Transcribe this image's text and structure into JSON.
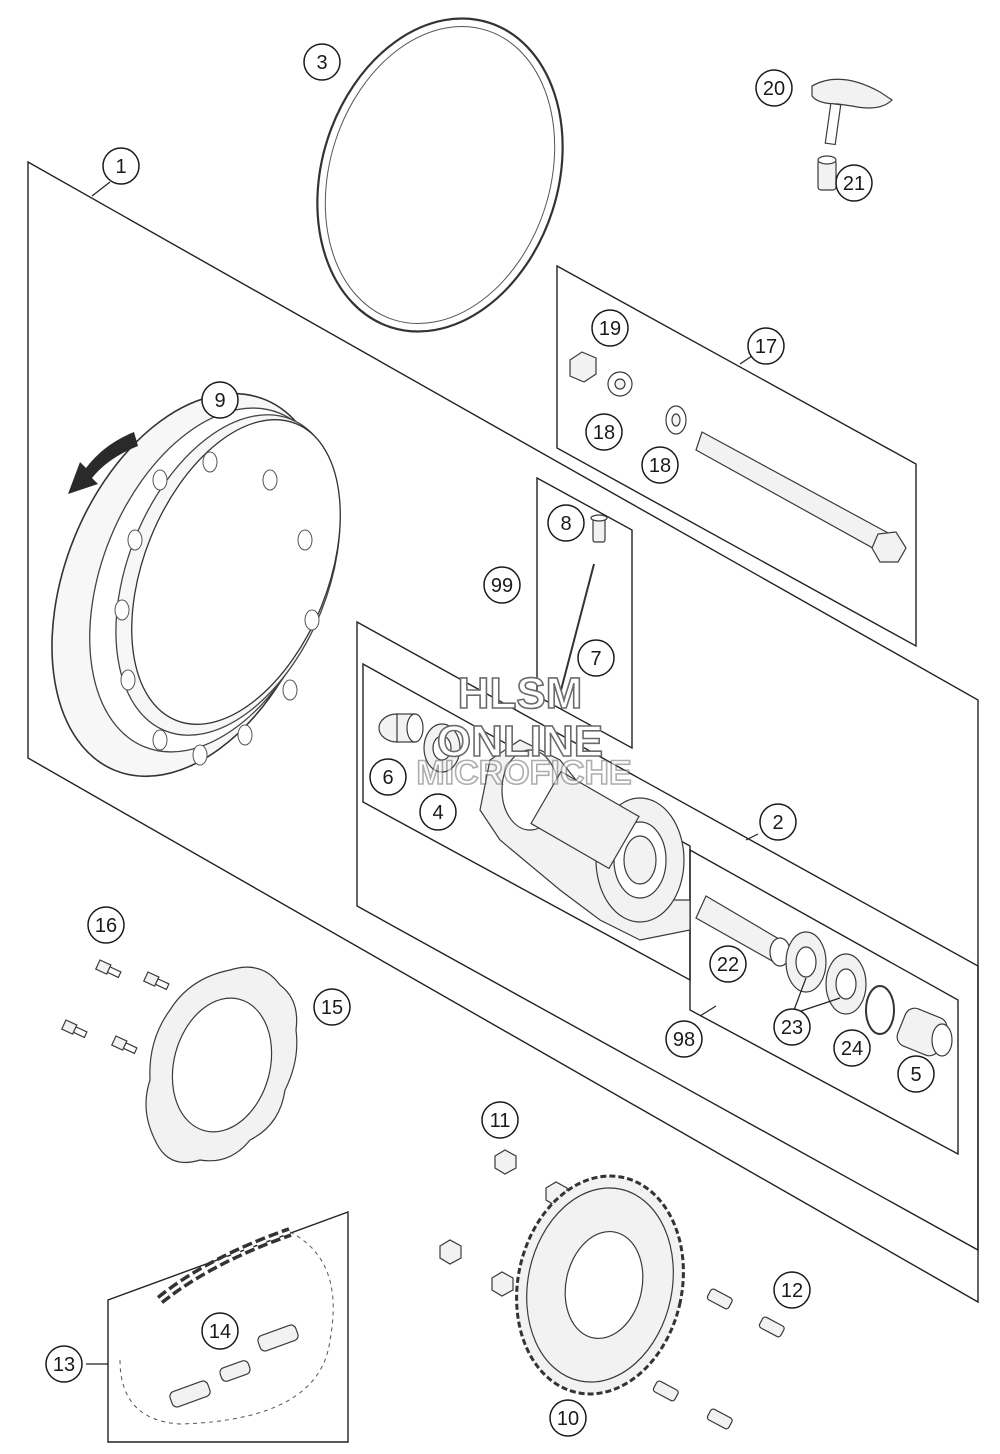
{
  "watermark": {
    "line1": "HLSM",
    "line2": "ONLINE",
    "line3": "MICROFICHE"
  },
  "callouts": [
    {
      "id": "c1",
      "label": "1"
    },
    {
      "id": "c2",
      "label": "2"
    },
    {
      "id": "c3",
      "label": "3"
    },
    {
      "id": "c4",
      "label": "4"
    },
    {
      "id": "c5",
      "label": "5"
    },
    {
      "id": "c6",
      "label": "6"
    },
    {
      "id": "c7",
      "label": "7"
    },
    {
      "id": "c8",
      "label": "8"
    },
    {
      "id": "c9",
      "label": "9"
    },
    {
      "id": "c10",
      "label": "10"
    },
    {
      "id": "c11",
      "label": "11"
    },
    {
      "id": "c12",
      "label": "12"
    },
    {
      "id": "c13",
      "label": "13"
    },
    {
      "id": "c14",
      "label": "14"
    },
    {
      "id": "c15",
      "label": "15"
    },
    {
      "id": "c16",
      "label": "16"
    },
    {
      "id": "c17",
      "label": "17"
    },
    {
      "id": "c18a",
      "label": "18"
    },
    {
      "id": "c18b",
      "label": "18"
    },
    {
      "id": "c19",
      "label": "19"
    },
    {
      "id": "c20",
      "label": "20"
    },
    {
      "id": "c21",
      "label": "21"
    },
    {
      "id": "c22",
      "label": "22"
    },
    {
      "id": "c23",
      "label": "23"
    },
    {
      "id": "c24",
      "label": "24"
    },
    {
      "id": "c98",
      "label": "98"
    },
    {
      "id": "c99",
      "label": "99"
    }
  ]
}
